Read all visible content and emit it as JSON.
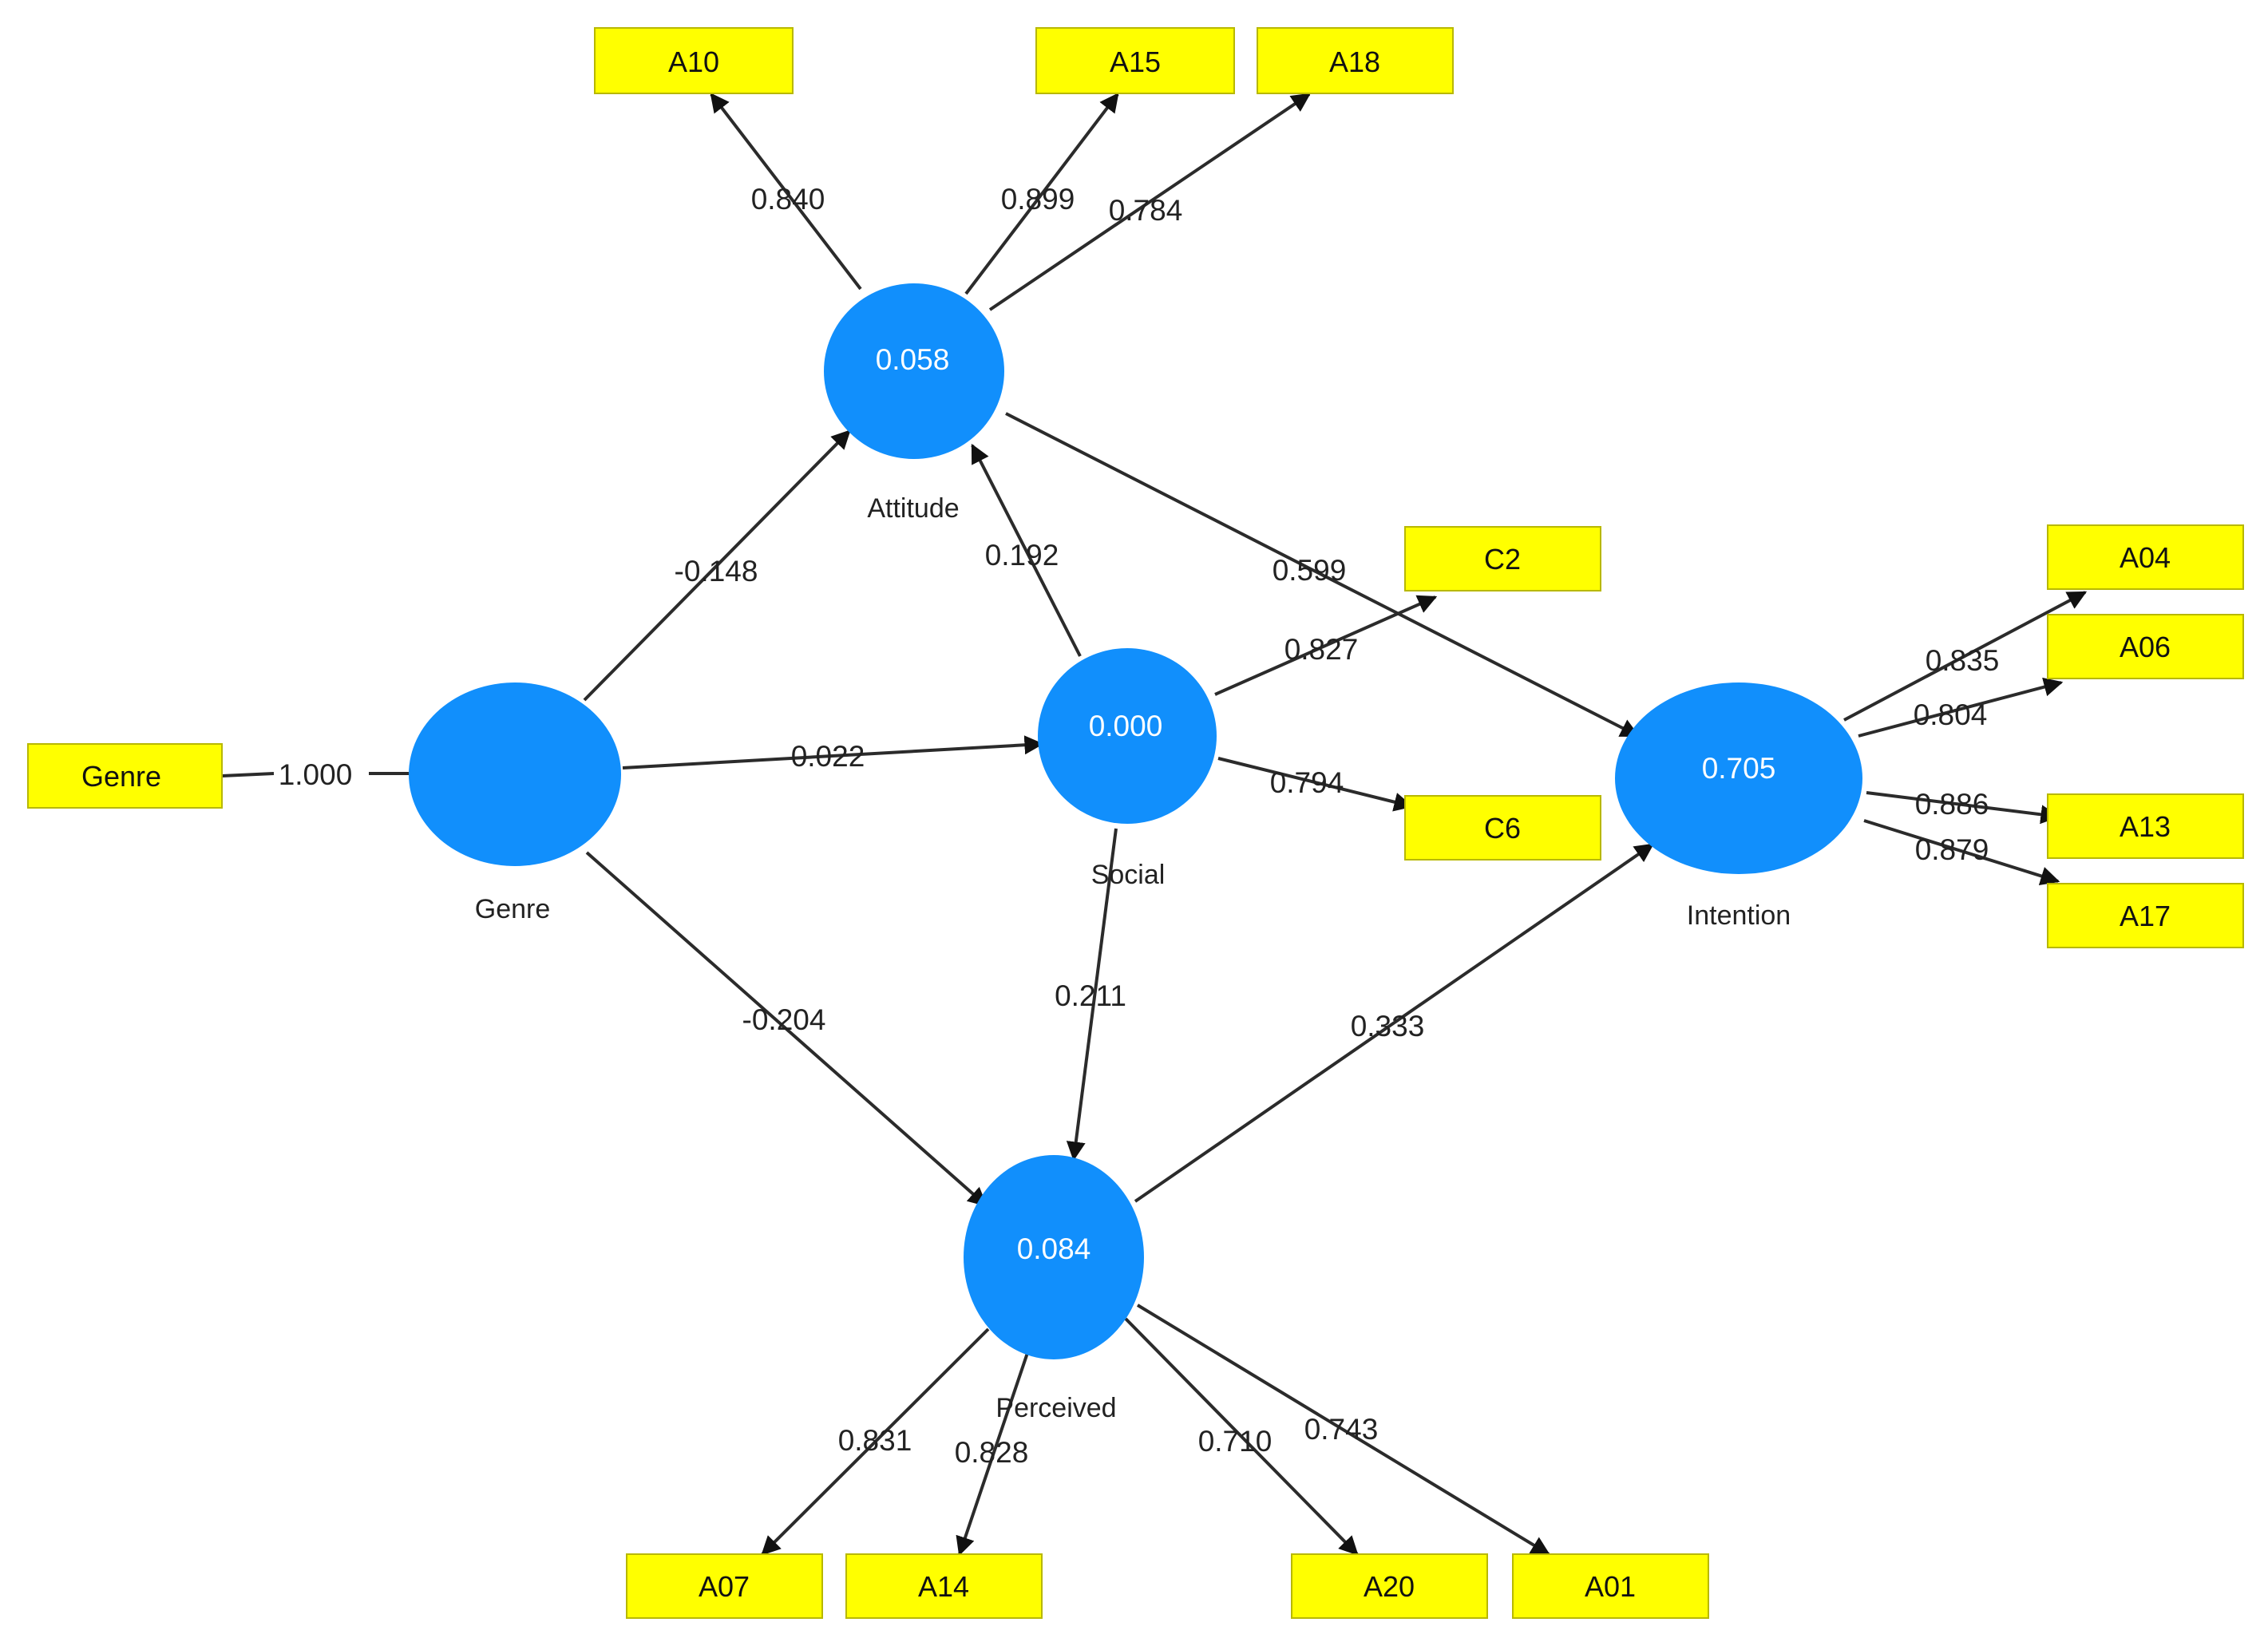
{
  "colors": {
    "latent": "#118ffc",
    "indicator": "#ffff00",
    "edge": "#2b2b2b"
  },
  "latents": {
    "genre": {
      "name": "Genre",
      "value": ""
    },
    "attitude": {
      "name": "Attitude",
      "value": "0.058"
    },
    "social": {
      "name": "Social",
      "value": "0.000"
    },
    "intention": {
      "name": "Intention",
      "value": "0.705"
    },
    "perceived": {
      "name": "Perceived",
      "value": "0.084"
    }
  },
  "indicators": {
    "genre": "Genre",
    "a10": "A10",
    "a15": "A15",
    "a18": "A18",
    "c2": "C2",
    "c6": "C6",
    "a04": "A04",
    "a06": "A06",
    "a13": "A13",
    "a17": "A17",
    "a07": "A07",
    "a14": "A14",
    "a20": "A20",
    "a01": "A01"
  },
  "paths": {
    "genre_genre": "1.000",
    "genre_attitude": "-0.148",
    "genre_social": "0.022",
    "genre_perceived": "-0.204",
    "social_attitude": "0.192",
    "social_perceived": "0.211",
    "attitude_intention": "0.599",
    "perceived_intention": "0.333"
  },
  "loadings": {
    "attitude_a10": "0.840",
    "attitude_a15": "0.899",
    "attitude_a18": "0.784",
    "social_c2": "0.827",
    "social_c6": "0.794",
    "intention_a04": "0.835",
    "intention_a06": "0.804",
    "intention_a13": "0.886",
    "intention_a17": "0.879",
    "perceived_a07": "0.831",
    "perceived_a14": "0.828",
    "perceived_a20": "0.710",
    "perceived_a01": "0.743"
  }
}
